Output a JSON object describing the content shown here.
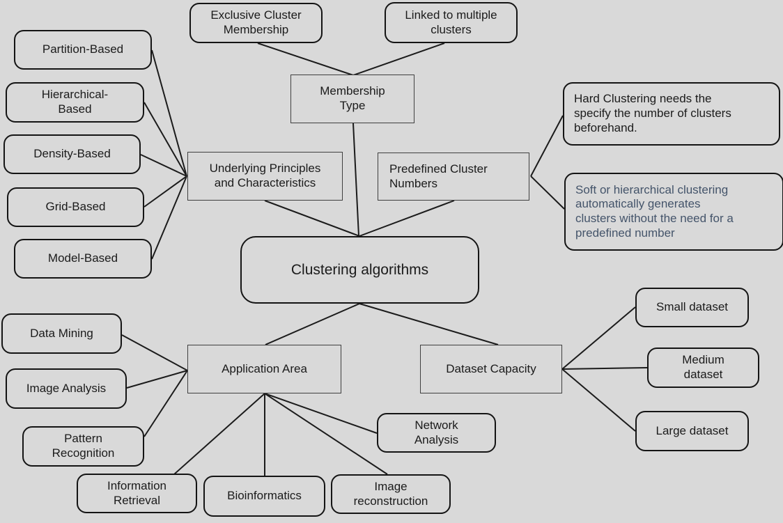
{
  "diagram": {
    "title": "Clustering algorithms",
    "type": "concept-map"
  },
  "nodes": {
    "clustering": "Clustering algorithms",
    "membership": "Membership Type",
    "exclusive": "Exclusive Cluster Membership",
    "linked": "Linked to multiple clusters",
    "underlying": "Underlying Principles and Characteristics",
    "partition": "Partition-Based",
    "hierarchical": "Hierarchical-Based",
    "density": "Density-Based",
    "grid": "Grid-Based",
    "model": "Model-Based",
    "predefined": "Predefined Cluster Numbers",
    "hard_note": "Hard Clustering needs the specify the number of clusters beforehand.",
    "soft_note": "Soft or hierarchical clustering automatically generates clusters without the need for a predefined number",
    "application": "Application Area",
    "data_mining": "Data Mining",
    "image_analysis": "Image Analysis",
    "pattern": "Pattern Recognition",
    "info_retrieval": "Information Retrieval",
    "bioinformatics": "Bioinformatics",
    "image_recon": "Image reconstruction",
    "network": "Network Analysis",
    "dataset": "Dataset Capacity",
    "small": "Small dataset",
    "medium": "Medium dataset",
    "large": "Large dataset"
  },
  "edges": [
    [
      "partition",
      "underlying"
    ],
    [
      "hierarchical",
      "underlying"
    ],
    [
      "density",
      "underlying"
    ],
    [
      "grid",
      "underlying"
    ],
    [
      "model",
      "underlying"
    ],
    [
      "exclusive",
      "membership"
    ],
    [
      "linked",
      "membership"
    ],
    [
      "membership",
      "clustering"
    ],
    [
      "underlying",
      "clustering"
    ],
    [
      "predefined",
      "clustering"
    ],
    [
      "predefined",
      "hard_note"
    ],
    [
      "predefined",
      "soft_note"
    ],
    [
      "clustering",
      "application"
    ],
    [
      "clustering",
      "dataset"
    ],
    [
      "data_mining",
      "application"
    ],
    [
      "image_analysis",
      "application"
    ],
    [
      "pattern",
      "application"
    ],
    [
      "application",
      "info_retrieval"
    ],
    [
      "application",
      "bioinformatics"
    ],
    [
      "application",
      "image_recon"
    ],
    [
      "application",
      "network"
    ],
    [
      "dataset",
      "small"
    ],
    [
      "dataset",
      "medium"
    ],
    [
      "dataset",
      "large"
    ]
  ],
  "colors": {
    "background": "#d9d9d9",
    "shape_fill": "#d9d9d9",
    "rounded_border": "#141414",
    "rect_border": "#3f3f3f",
    "text": "#1b1b1b",
    "soft_note_text": "#44546a"
  }
}
